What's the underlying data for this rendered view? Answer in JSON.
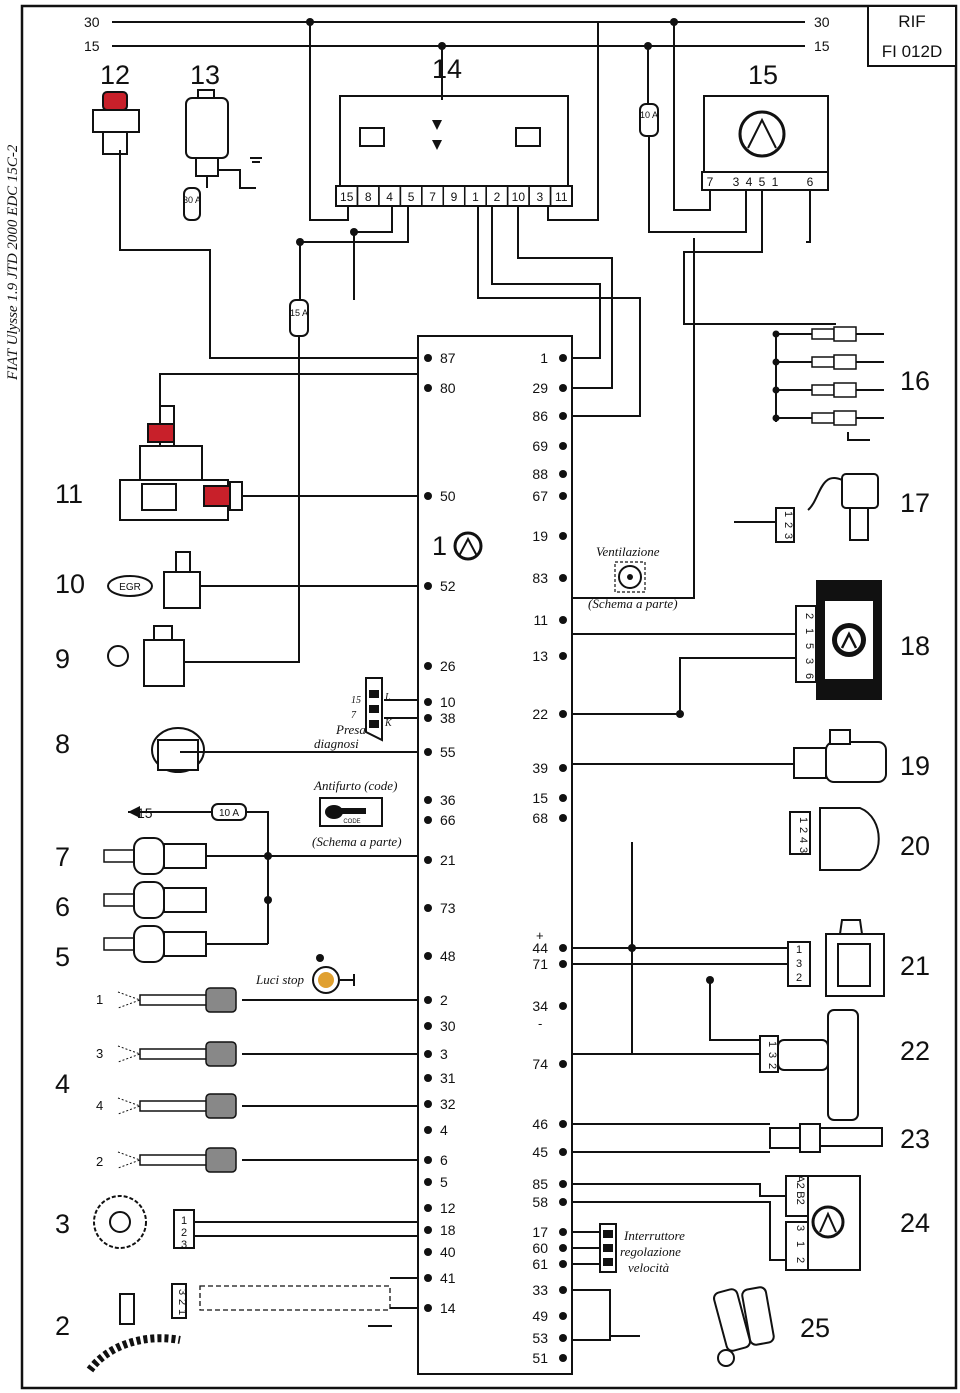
{
  "header": {
    "rail_top_left": "30",
    "rail_bottom_left": "15",
    "rail_top_right": "30",
    "rail_bottom_right": "15",
    "doc_code_line1": "RIF",
    "doc_code_line2": "FI 012D",
    "side_title": "FIAT Ulysse 1.9 JTD 2000 EDC 15C-2"
  },
  "component_numbers": {
    "c12": "12",
    "c13": "13",
    "c14": "14",
    "c15": "15",
    "c16": "16",
    "c17": "17",
    "c18": "18",
    "c19": "19",
    "c20": "20",
    "c21": "21",
    "c22": "22",
    "c23": "23",
    "c24": "24",
    "c25": "25",
    "c11": "11",
    "c10": "10",
    "c9": "9",
    "c8": "8",
    "c7": "7",
    "c6": "6",
    "c5": "5",
    "c4": "4",
    "c3": "3",
    "c2": "2",
    "ecu": "1"
  },
  "fuses": {
    "f13": "30 A",
    "f15top": "10 A",
    "f_mid": "15 A",
    "f_brake": "10 A"
  },
  "relay_pins": [
    "15",
    "8",
    "4",
    "5",
    "7",
    "9",
    "1",
    "2",
    "10",
    "3",
    "11"
  ],
  "gauge15_pins": [
    "7",
    "3",
    "4",
    "5",
    "1",
    "6"
  ],
  "labels": {
    "egr": "EGR",
    "ventilation": "Ventilazione",
    "schema_a_parte": "(Schema a parte)",
    "presa": "Presa",
    "diagnosi": "diagnosi",
    "antifurto": "Antifurto (code)",
    "schema_a_parte_2": "(Schema a parte)",
    "code": "CODE",
    "luci_stop": "Luci stop",
    "interruttore": "Interruttore",
    "regolazione": "regolazione",
    "velocita": "velocità",
    "diag_15": "15",
    "diag_7": "7",
    "diag_L": "L",
    "diag_K": "K",
    "brake_15": "15",
    "inj_1": "1",
    "inj_3": "3",
    "inj_4": "4",
    "inj_2": "2",
    "plus": "+",
    "minus": "-"
  },
  "ecu_left_pins": [
    "87",
    "80",
    "50",
    "52",
    "26",
    "10",
    "38",
    "55",
    "36",
    "66",
    "21",
    "73",
    "48",
    "2",
    "30",
    "3",
    "31",
    "32",
    "4",
    "6",
    "5",
    "12",
    "18",
    "40",
    "41",
    "14"
  ],
  "ecu_right_pins": [
    "1",
    "29",
    "86",
    "69",
    "88",
    "67",
    "19",
    "83",
    "11",
    "13",
    "22",
    "39",
    "15",
    "68",
    "44",
    "71",
    "34",
    "74",
    "46",
    "45",
    "85",
    "58",
    "17",
    "60",
    "61",
    "33",
    "49",
    "53",
    "51"
  ],
  "sensor_pins": {
    "s17": [
      "1",
      "2",
      "3"
    ],
    "s18": [
      "2",
      "1",
      "5",
      "3",
      "6"
    ],
    "s20": [
      "1",
      "2",
      "4",
      "3"
    ],
    "s21": [
      "1",
      "3",
      "2"
    ],
    "s22": [
      "1",
      "3",
      "2"
    ],
    "s24_top": [
      "A2",
      "B2"
    ],
    "s24_bot": [
      "3",
      "1",
      "2"
    ],
    "s3": [
      "1",
      "2",
      "3"
    ],
    "s2": [
      "3",
      "2",
      "1"
    ]
  }
}
